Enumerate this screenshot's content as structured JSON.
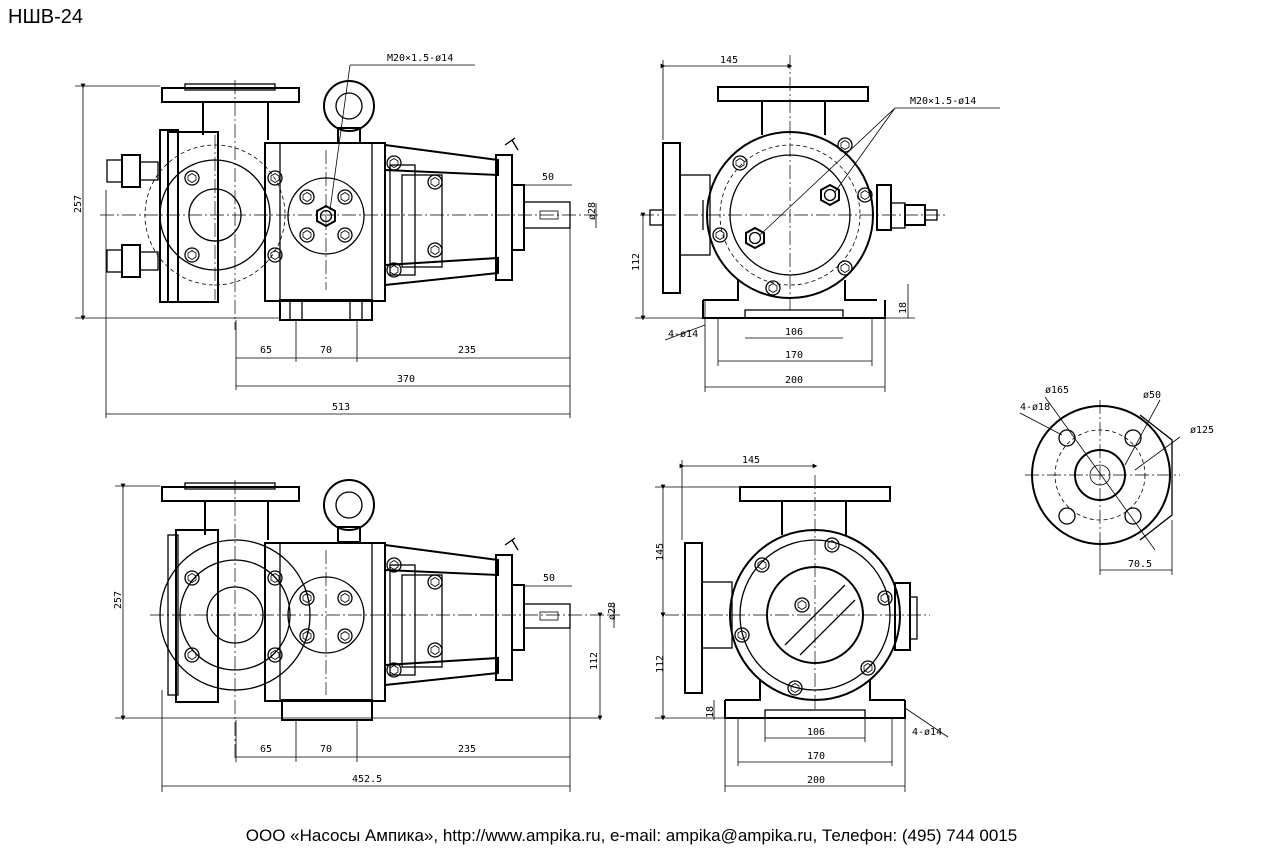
{
  "title": "НШВ-24",
  "footer": "ООО «Насосы Ампика», http://www.ampika.ru, e-mail: ampika@ampika.ru, Телефон: (495) 744 0015",
  "views": {
    "top_left": {
      "thread": "M20×1.5-ø14",
      "height": "257",
      "shaft_len": "50",
      "shaft_dia": "ø28",
      "dim_a": "65",
      "dim_b": "70",
      "dim_c": "235",
      "dim_mid": "370",
      "dim_total": "513"
    },
    "top_right": {
      "width_top": "145",
      "thread": "M20×1.5-ø14",
      "axis_height": "112",
      "foot_height": "18",
      "holes": "4-ø14",
      "base_a": "106",
      "base_b": "170",
      "base_c": "200"
    },
    "flange": {
      "d1": "ø165",
      "holes": "4-ø18",
      "d2": "ø50",
      "d3": "ø125",
      "offset": "70.5"
    },
    "bottom_left": {
      "height": "257",
      "shaft_len": "50",
      "shaft_dia": "ø28",
      "axis_height": "112",
      "dim_a": "65",
      "dim_b": "70",
      "dim_c": "235",
      "dim_total": "452.5"
    },
    "bottom_right": {
      "width_top": "145",
      "height_top": "145",
      "axis_height": "112",
      "foot_height": "18",
      "holes": "4-ø14",
      "base_a": "106",
      "base_b": "170",
      "base_c": "200"
    }
  }
}
